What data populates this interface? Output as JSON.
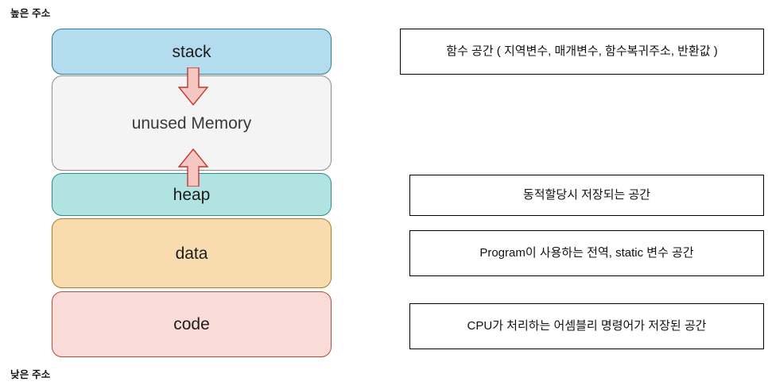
{
  "labels": {
    "high_address": "높은 주소",
    "low_address": "낮은 주소"
  },
  "memory_segments": [
    {
      "id": "stack",
      "label": "stack",
      "fill": "#b3dcef",
      "border": "#2f7ba3"
    },
    {
      "id": "unused",
      "label": "unused Memory",
      "fill": "#f4f4f4",
      "border": "#8d8d8d"
    },
    {
      "id": "heap",
      "label": "heap",
      "fill": "#b2e3e3",
      "border": "#2e8c8c"
    },
    {
      "id": "data",
      "label": "data",
      "fill": "#f8dcb0",
      "border": "#b3791d"
    },
    {
      "id": "code",
      "label": "code",
      "fill": "#f9dcd8",
      "border": "#b54b3f"
    }
  ],
  "arrows": [
    {
      "id": "stack-growth-arrow",
      "direction": "down",
      "fill": "#f5c6c2",
      "border": "#c0392b"
    },
    {
      "id": "heap-growth-arrow",
      "direction": "up",
      "fill": "#f5c6c2",
      "border": "#c0392b"
    }
  ],
  "descriptions": [
    {
      "id": "stack",
      "text": "함수 공간 ( 지역변수, 매개변수, 함수복귀주소, 반환값 )"
    },
    {
      "id": "heap",
      "text": "동적할당시 저장되는 공간"
    },
    {
      "id": "data",
      "text": "Program이 사용하는 전역, static 변수 공간"
    },
    {
      "id": "code",
      "text": "CPU가 처리하는 어셈블리 명령어가 저장된 공간"
    }
  ]
}
